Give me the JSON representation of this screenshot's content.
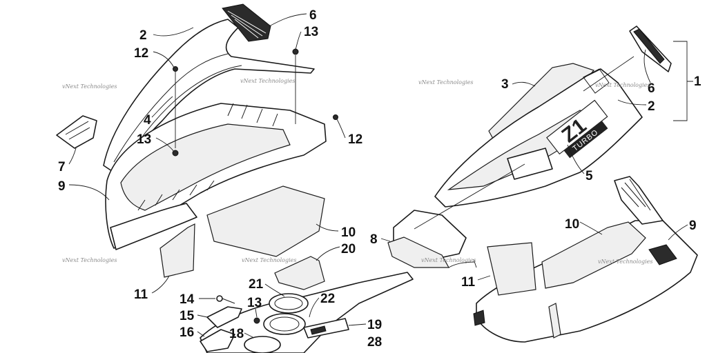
{
  "diagram": {
    "callouts": {
      "c1": "1",
      "c2a": "2",
      "c2b": "2",
      "c3": "3",
      "c4": "4",
      "c5": "5",
      "c6a": "6",
      "c6b": "6",
      "c7": "7",
      "c8": "8",
      "c9a": "9",
      "c9b": "9",
      "c10a": "10",
      "c10b": "10",
      "c11a": "11",
      "c11b": "11",
      "c12a": "12",
      "c12b": "12",
      "c13a": "13",
      "c13b": "13",
      "c13c": "13",
      "c14": "14",
      "c15": "15",
      "c16": "16",
      "c18": "18",
      "c19": "19",
      "c20": "20",
      "c21": "21",
      "c22": "22",
      "c28": "28"
    },
    "watermark": "vNext Technologies",
    "hood_logo": "Z1",
    "hood_logo_sub": "TURBO"
  }
}
